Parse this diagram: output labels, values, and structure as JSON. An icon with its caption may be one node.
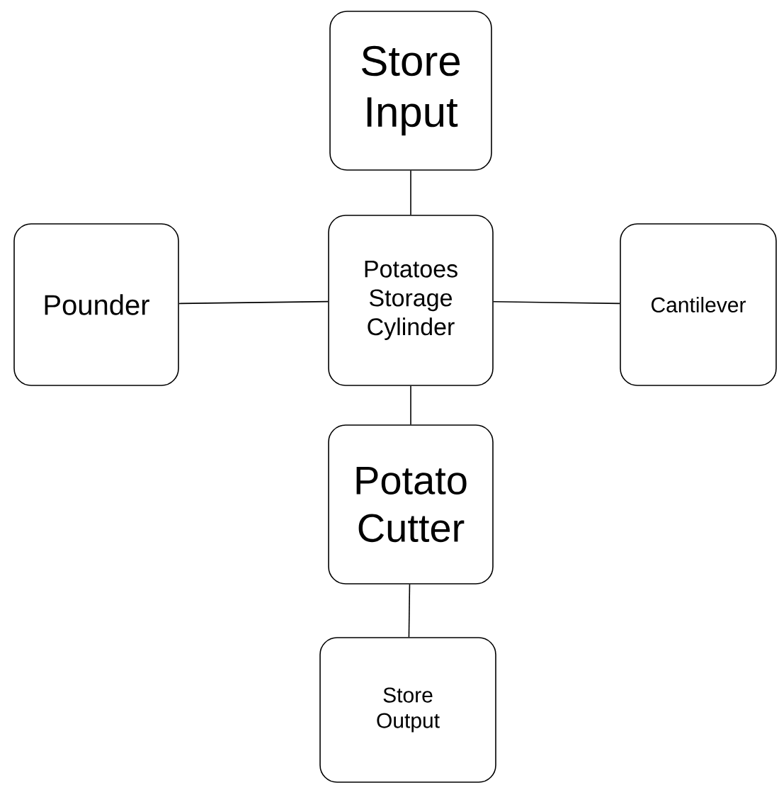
{
  "diagram": {
    "nodes": [
      {
        "text": [
          "Store Input"
        ]
      },
      {
        "text": [
          "Pounder"
        ]
      },
      {
        "text": [
          "Potatoes Storage Cylinder"
        ]
      },
      {
        "text": [
          "Cantilever"
        ]
      },
      {
        "text": [
          "Potato Cutter"
        ]
      },
      {
        "text": [
          "Store Output"
        ]
      }
    ],
    "edges": [
      {
        "from": 0,
        "to": 2,
        "arrow": "none"
      },
      {
        "from": 1,
        "to": 2,
        "arrow": "none"
      },
      {
        "from": 2,
        "to": 3,
        "arrow": "none"
      },
      {
        "from": 2,
        "to": 4,
        "arrow": "none"
      },
      {
        "from": 4,
        "to": 5,
        "arrow": "none"
      }
    ]
  }
}
